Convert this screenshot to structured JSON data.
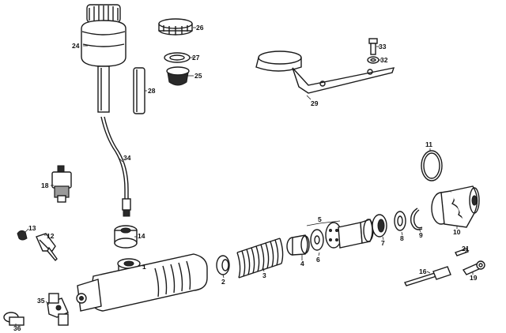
{
  "parts": [
    {
      "id": "p1",
      "label": "1"
    },
    {
      "id": "p2",
      "label": "2"
    },
    {
      "id": "p3",
      "label": "3"
    },
    {
      "id": "p4",
      "label": "4"
    },
    {
      "id": "p5",
      "label": "5"
    },
    {
      "id": "p6",
      "label": "6"
    },
    {
      "id": "p7",
      "label": "7"
    },
    {
      "id": "p8",
      "label": "8"
    },
    {
      "id": "p9",
      "label": "9"
    },
    {
      "id": "p10",
      "label": "10"
    },
    {
      "id": "p11",
      "label": "11"
    },
    {
      "id": "p12",
      "label": "12"
    },
    {
      "id": "p13",
      "label": "13"
    },
    {
      "id": "p14",
      "label": "14"
    },
    {
      "id": "p16",
      "label": "16"
    },
    {
      "id": "p18",
      "label": "18"
    },
    {
      "id": "p19",
      "label": "19"
    },
    {
      "id": "p21",
      "label": "21"
    },
    {
      "id": "p24",
      "label": "24"
    },
    {
      "id": "p25",
      "label": "25"
    },
    {
      "id": "p26",
      "label": "26"
    },
    {
      "id": "p27",
      "label": "27"
    },
    {
      "id": "p28",
      "label": "28"
    },
    {
      "id": "p29",
      "label": "29"
    },
    {
      "id": "p32",
      "label": "32"
    },
    {
      "id": "p33",
      "label": "33"
    },
    {
      "id": "p34",
      "label": "34"
    },
    {
      "id": "p35",
      "label": "35"
    },
    {
      "id": "p36",
      "label": "36"
    }
  ]
}
